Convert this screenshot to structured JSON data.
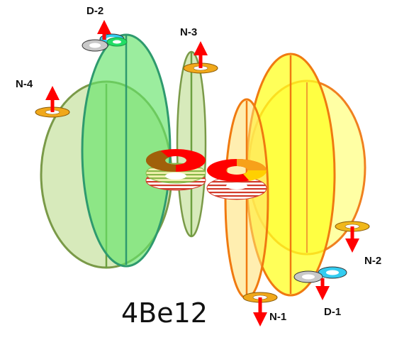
{
  "diagram": {
    "title": "4Be12",
    "labels": {
      "d2": "D-2",
      "n3": "N-3",
      "n4": "N-4",
      "n2": "N-2",
      "n1": "N-1",
      "d1": "D-1"
    },
    "colors": {
      "light_green": "#d3e8b4",
      "green": "#7ee67c",
      "yellow": "#ffff33",
      "light_yellow": "#ffff9a",
      "orange": "#f7a11a",
      "red": "#ff0000",
      "brown": "#a0600a",
      "cyan": "#33ccf0",
      "gray": "#c8c8c8"
    }
  }
}
